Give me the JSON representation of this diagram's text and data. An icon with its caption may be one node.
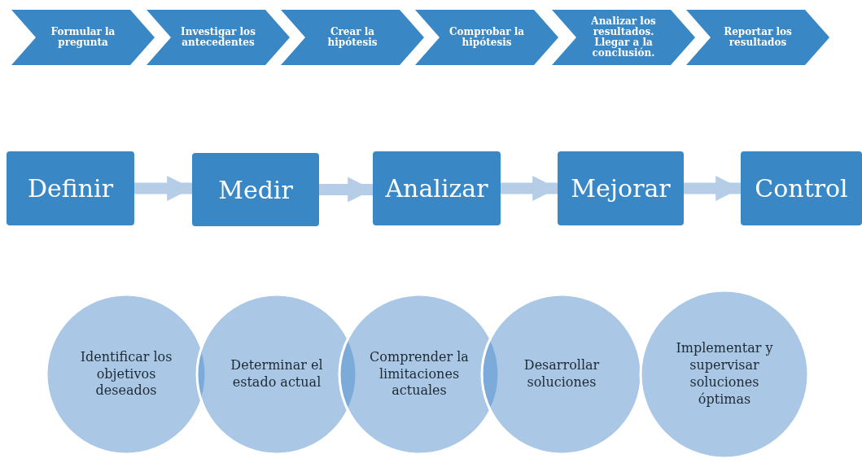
{
  "diagram": {
    "nodes": [
      {
        "text": [
          "Formular la pregunta"
        ]
      },
      {
        "text": [
          "Investigar los antecedentes"
        ]
      },
      {
        "text": [
          "Crear la hipótesis"
        ]
      },
      {
        "text": [
          "Comprobar la hipótesis"
        ]
      },
      {
        "text": [
          "Analizar los resultados. Llegar a la conclusión."
        ]
      },
      {
        "text": [
          "Reportar los resultados"
        ]
      },
      {
        "text": [
          "Definir"
        ]
      },
      {
        "text": [
          "Medir"
        ]
      },
      {
        "text": [
          "Analizar"
        ]
      },
      {
        "text": [
          "Mejorar"
        ]
      },
      {
        "text": [
          "Control"
        ]
      },
      {
        "text": [
          "Identificar los objetivos deseados"
        ]
      },
      {
        "text": [
          "Determinar el estado actual"
        ]
      },
      {
        "text": [
          "Comprender la limitaciones actuales"
        ]
      },
      {
        "text": [
          "Desarrollar soluciones"
        ]
      },
      {
        "text": [
          "Implementar y supervisar soluciones óptimas"
        ]
      }
    ],
    "edges": [
      {
        "from": 6,
        "to": 7,
        "arrow": "to"
      },
      {
        "from": 7,
        "to": 8,
        "arrow": "to"
      },
      {
        "from": 8,
        "to": 9,
        "arrow": "to"
      },
      {
        "from": 9,
        "to": 10,
        "arrow": "to"
      }
    ]
  }
}
